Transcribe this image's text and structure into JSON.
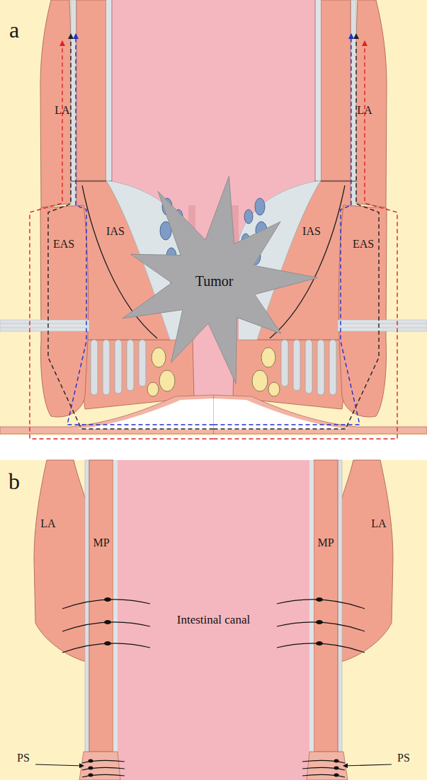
{
  "diagram": {
    "nodes": [
      {
        "text": [
          "Tumor"
        ]
      },
      {
        "text": [
          "Intestinal canal"
        ]
      }
    ],
    "labels": [
      "a",
      "LA",
      "LA",
      "IAS",
      "IAS",
      "EAS",
      "EAS",
      "b",
      "LA",
      "LA",
      "MP",
      "MP",
      "PS",
      "PS"
    ]
  }
}
